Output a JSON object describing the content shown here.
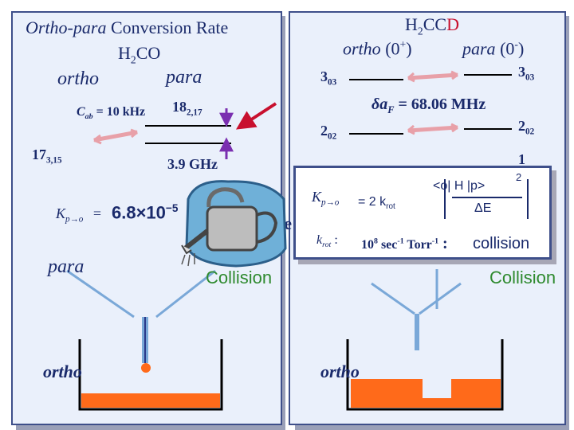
{
  "left_panel": {
    "title_italic": "Ortho-para",
    "title_rest": " Conversion Rate",
    "molecule_main": "H",
    "molecule_sub": "2",
    "molecule_rest": "CO",
    "ortho_label": "ortho",
    "para_label": "para",
    "cab_c": "C",
    "cab_sub": "ab",
    "cab_rest": " = 10 kHz",
    "level_para_main": "18",
    "level_para_sub": "2,17",
    "level_ortho_main": "17",
    "level_ortho_sub": "3,15",
    "gap_label": "3.9 GHz",
    "k_main": "K",
    "k_sub": "p→o",
    "k_eq": "=",
    "k_value": "6.8×10",
    "k_exp": "−5",
    "funnel_top": "para",
    "funnel_bottom": "ortho",
    "collision": "Collision",
    "partial_text": "ne"
  },
  "right_panel": {
    "molecule_h": "H",
    "molecule_sub": "2",
    "molecule_cc": "CC",
    "molecule_d": "D",
    "ortho_label": "ortho",
    "ortho_state": " (0",
    "ortho_sup": "+",
    "ortho_close": ")",
    "para_label": "para",
    "para_state": " (0",
    "para_sup": "-",
    "para_close": ")",
    "level_303_left_main": "3",
    "level_303_left_sub": "03",
    "level_303_right_main": "3",
    "level_303_right_sub": "03",
    "level_202_left_main": "2",
    "level_202_left_sub": "02",
    "level_202_right_main": "2",
    "level_202_right_sub": "02",
    "delta_a": "δa",
    "delta_sub": "F",
    "delta_value": " = 68.06 MHz",
    "partial_right": "1",
    "funnel_bottom": "ortho",
    "collision": "Collision"
  },
  "popup": {
    "k_main": "K",
    "k_sub": "p→o",
    "k_eq": "= 2 k",
    "k_eq_sub": "rot",
    "matrix_element": "<o| H |p>",
    "delta_e": "ΔE",
    "square_exp": "2",
    "krot_main": "k",
    "krot_sub": "rot",
    "krot_colon": " :",
    "rate_value": "10",
    "rate_exp": "8",
    "rate_units": " sec",
    "rate_units_exp1": "-1",
    "rate_units_mid": " Torr",
    "rate_units_exp2": "-1",
    "rate_colon": " :",
    "rate_word": "collision"
  },
  "colors": {
    "navy": "#1a2a6b",
    "panel_bg": "#eaf0fb",
    "panel_border": "#3e4f8a",
    "red": "#c8102e",
    "green": "#2f8a2f",
    "orange_fill": "#ff6a1a",
    "funnel": "#7aa8d8",
    "arrow_purple": "#7a2fb0"
  }
}
